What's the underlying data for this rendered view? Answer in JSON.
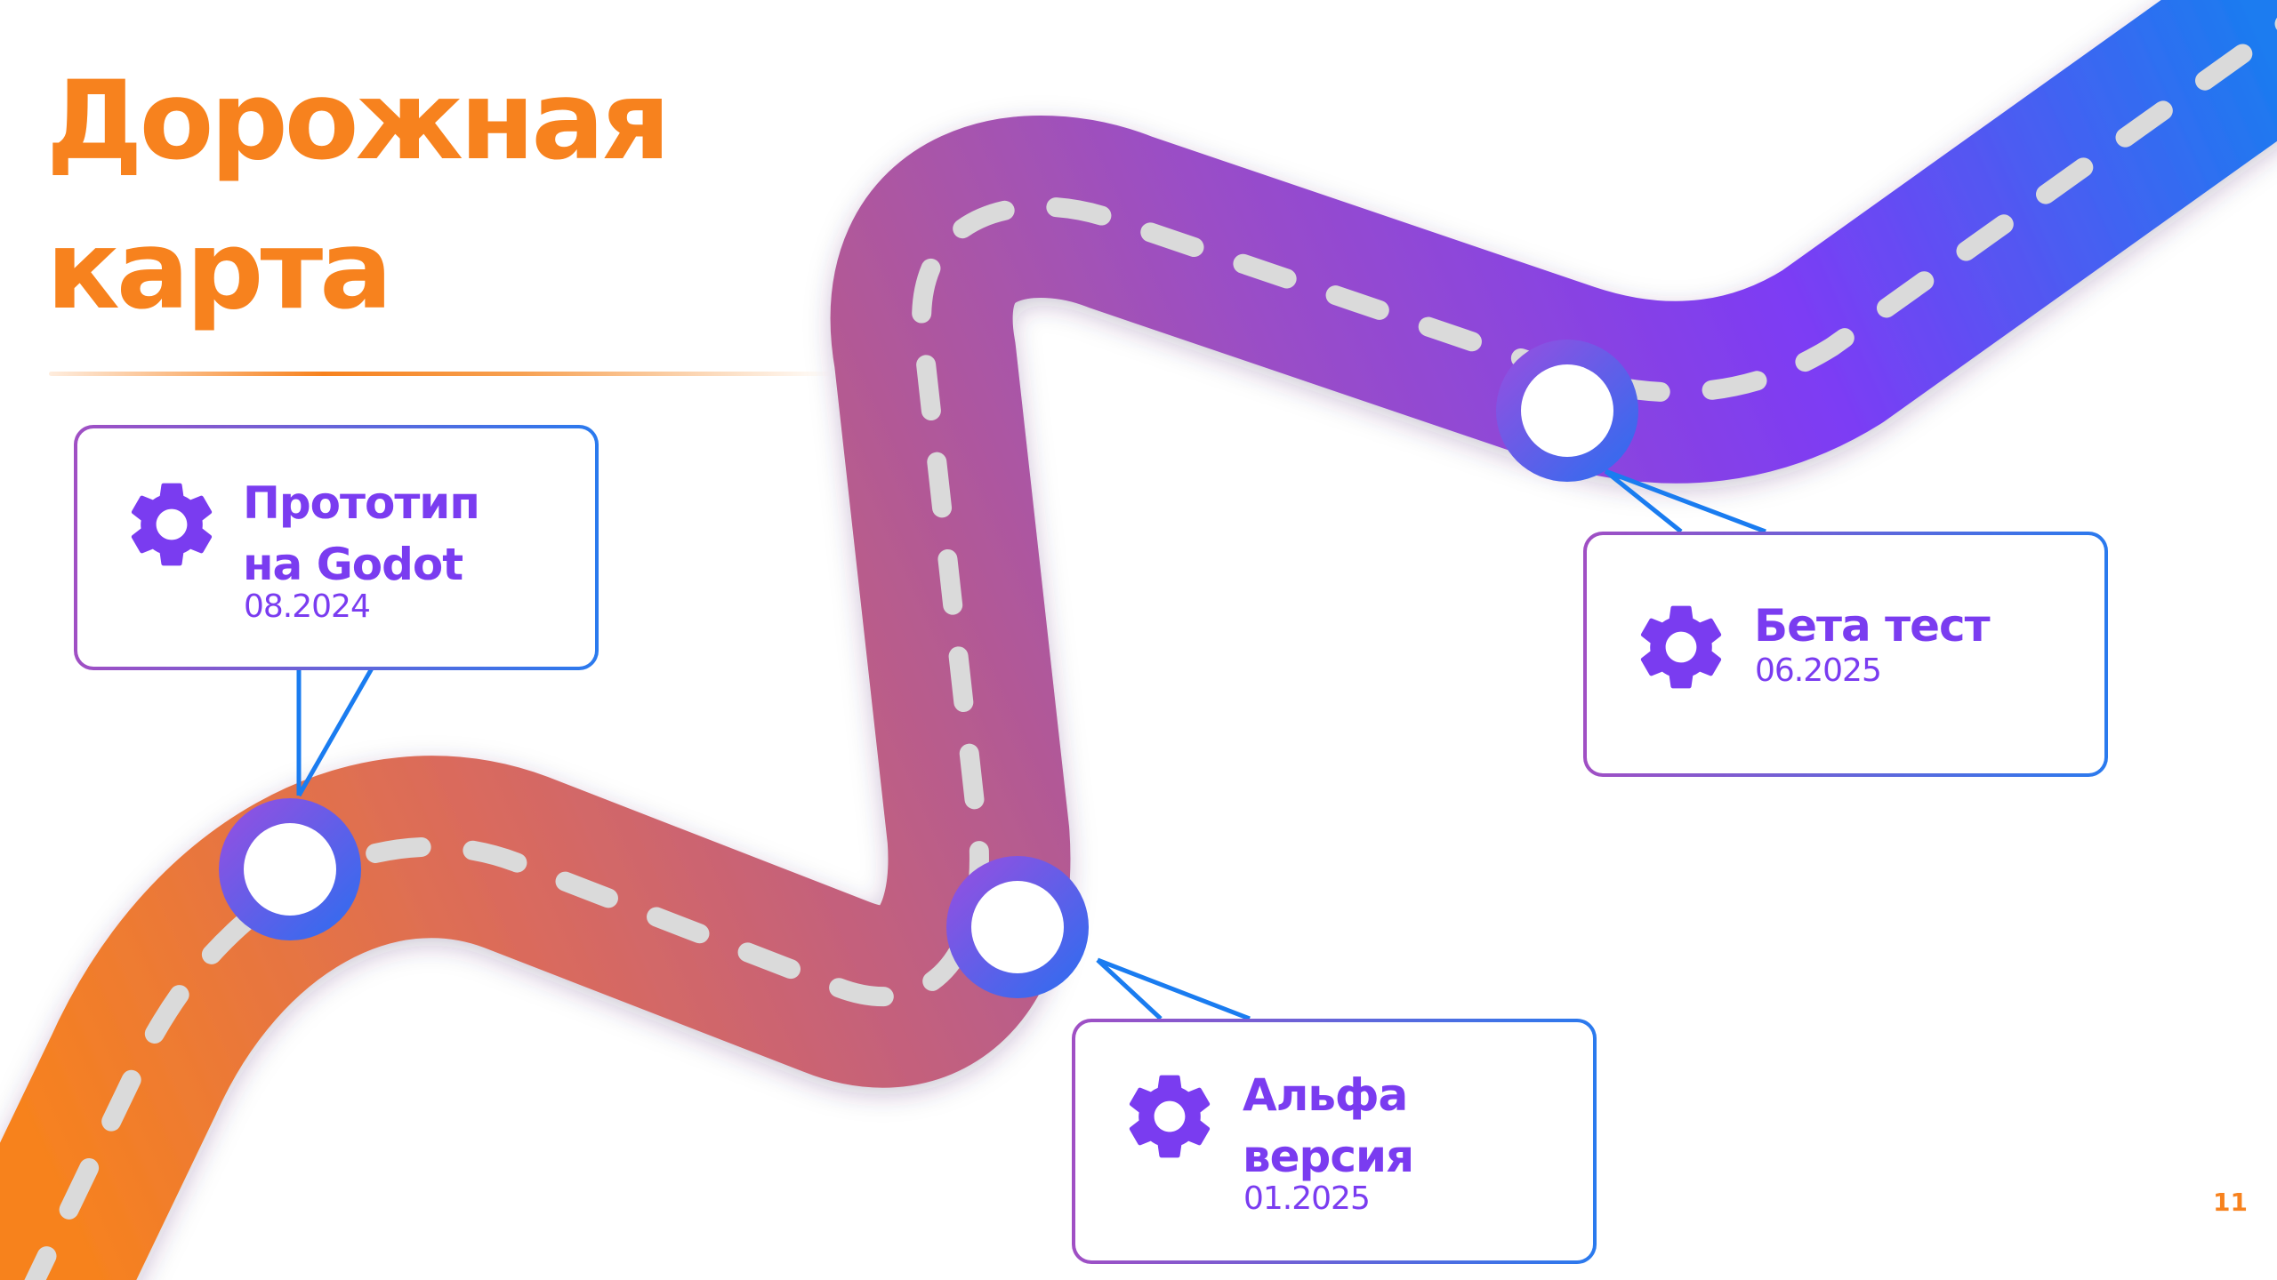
{
  "title": {
    "line1": "Дорожная",
    "line2": "карта"
  },
  "milestones": [
    {
      "title_line1": "Прототип",
      "title_line2": "на Godot",
      "date": "08.2024",
      "icon": "gear-icon"
    },
    {
      "title_line1": "Альфа",
      "title_line2": "версия",
      "date": "01.2025",
      "icon": "gear-icon"
    },
    {
      "title_line1": "Бета тест",
      "date": "06.2025",
      "icon": "gear-icon"
    }
  ],
  "page_number": "11",
  "colors": {
    "accent_orange": "#f7821e",
    "accent_purple": "#7a3cf0",
    "accent_blue": "#1a7cf0"
  }
}
